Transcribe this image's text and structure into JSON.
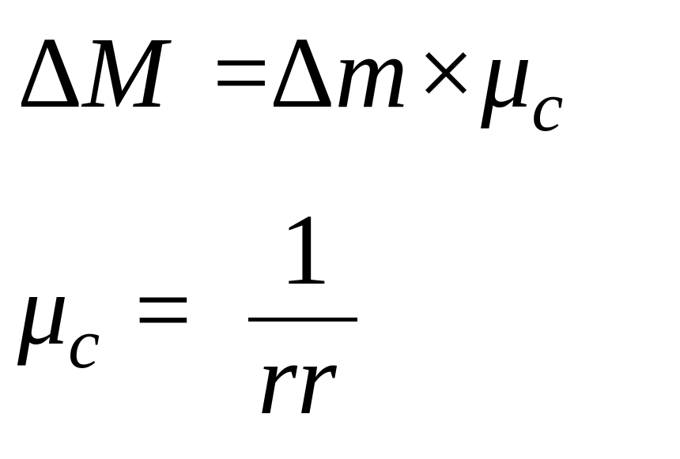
{
  "equation1": {
    "delta1": "Δ",
    "M": "M",
    "equals": "=",
    "delta2": "Δ",
    "m": "m",
    "times": "×",
    "mu": "μ",
    "sub_c": "c"
  },
  "equation2": {
    "mu": "μ",
    "sub_c": "c",
    "equals": "=",
    "numerator": "1",
    "denominator": "rr"
  }
}
